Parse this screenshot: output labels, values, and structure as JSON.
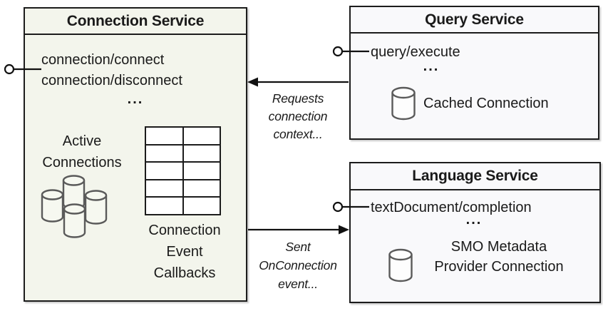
{
  "colors": {
    "connection_box_bg": "#f3f5ec",
    "service_box_bg": "#f9f9fb",
    "box_border": "#1c1c1c",
    "text": "#1a1a1a",
    "cylinder_stroke": "#5a5a5a",
    "connector": "#111111"
  },
  "connection_service": {
    "title": "Connection Service",
    "methods": [
      "connection/connect",
      "connection/disconnect"
    ],
    "ellipsis": "...",
    "active_connections_label": [
      "Active",
      "Connections"
    ],
    "event_table": {
      "rows": 5,
      "cols": 2
    },
    "callbacks_label": [
      "Connection",
      "Event",
      "Callbacks"
    ]
  },
  "query_service": {
    "title": "Query Service",
    "method": "query/execute",
    "ellipsis": "...",
    "connection_label": "Cached Connection"
  },
  "language_service": {
    "title": "Language Service",
    "method": "textDocument/completion",
    "ellipsis": "...",
    "connection_label": [
      "SMO Metadata",
      "Provider Connection"
    ]
  },
  "edges": {
    "requests_label": [
      "Requests",
      "connection",
      "context..."
    ],
    "sent_label": [
      "Sent",
      "OnConnection",
      "event..."
    ]
  }
}
